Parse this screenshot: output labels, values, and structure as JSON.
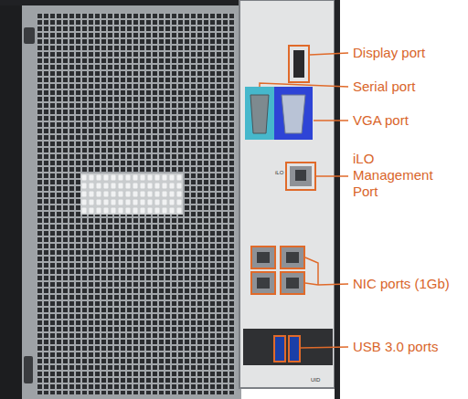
{
  "diagram": {
    "labels": [
      "Display port",
      "Serial port",
      "VGA port",
      "iLO Management Port",
      "NIC ports (1Gb)",
      "USB 3.0 ports",
      "iLO",
      "UID"
    ]
  }
}
